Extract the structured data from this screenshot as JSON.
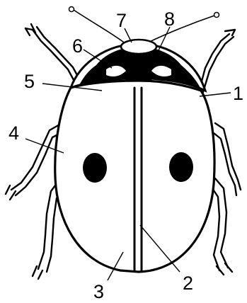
{
  "diagram": {
    "labels": [
      {
        "id": "label-1",
        "text": "1"
      },
      {
        "id": "label-2",
        "text": "2"
      },
      {
        "id": "label-3",
        "text": "3"
      },
      {
        "id": "label-4",
        "text": "4"
      },
      {
        "id": "label-5",
        "text": "5"
      },
      {
        "id": "label-6",
        "text": "6"
      },
      {
        "id": "label-7",
        "text": "7"
      },
      {
        "id": "label-8",
        "text": "8"
      }
    ]
  }
}
